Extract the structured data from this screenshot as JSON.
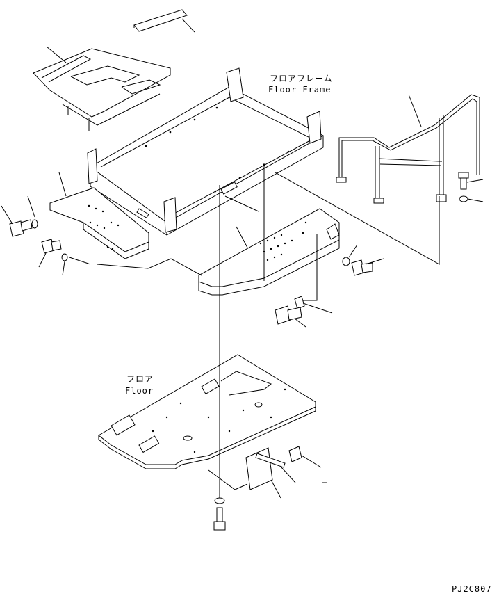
{
  "labels": {
    "floor_frame_jp": "フロアフレーム",
    "floor_frame_en": "Floor Frame",
    "floor_jp": "フロア",
    "floor_en": "Floor",
    "drawing_code": "PJ2C807"
  },
  "colors": {
    "ink": "#000000",
    "paper": "#ffffff"
  }
}
